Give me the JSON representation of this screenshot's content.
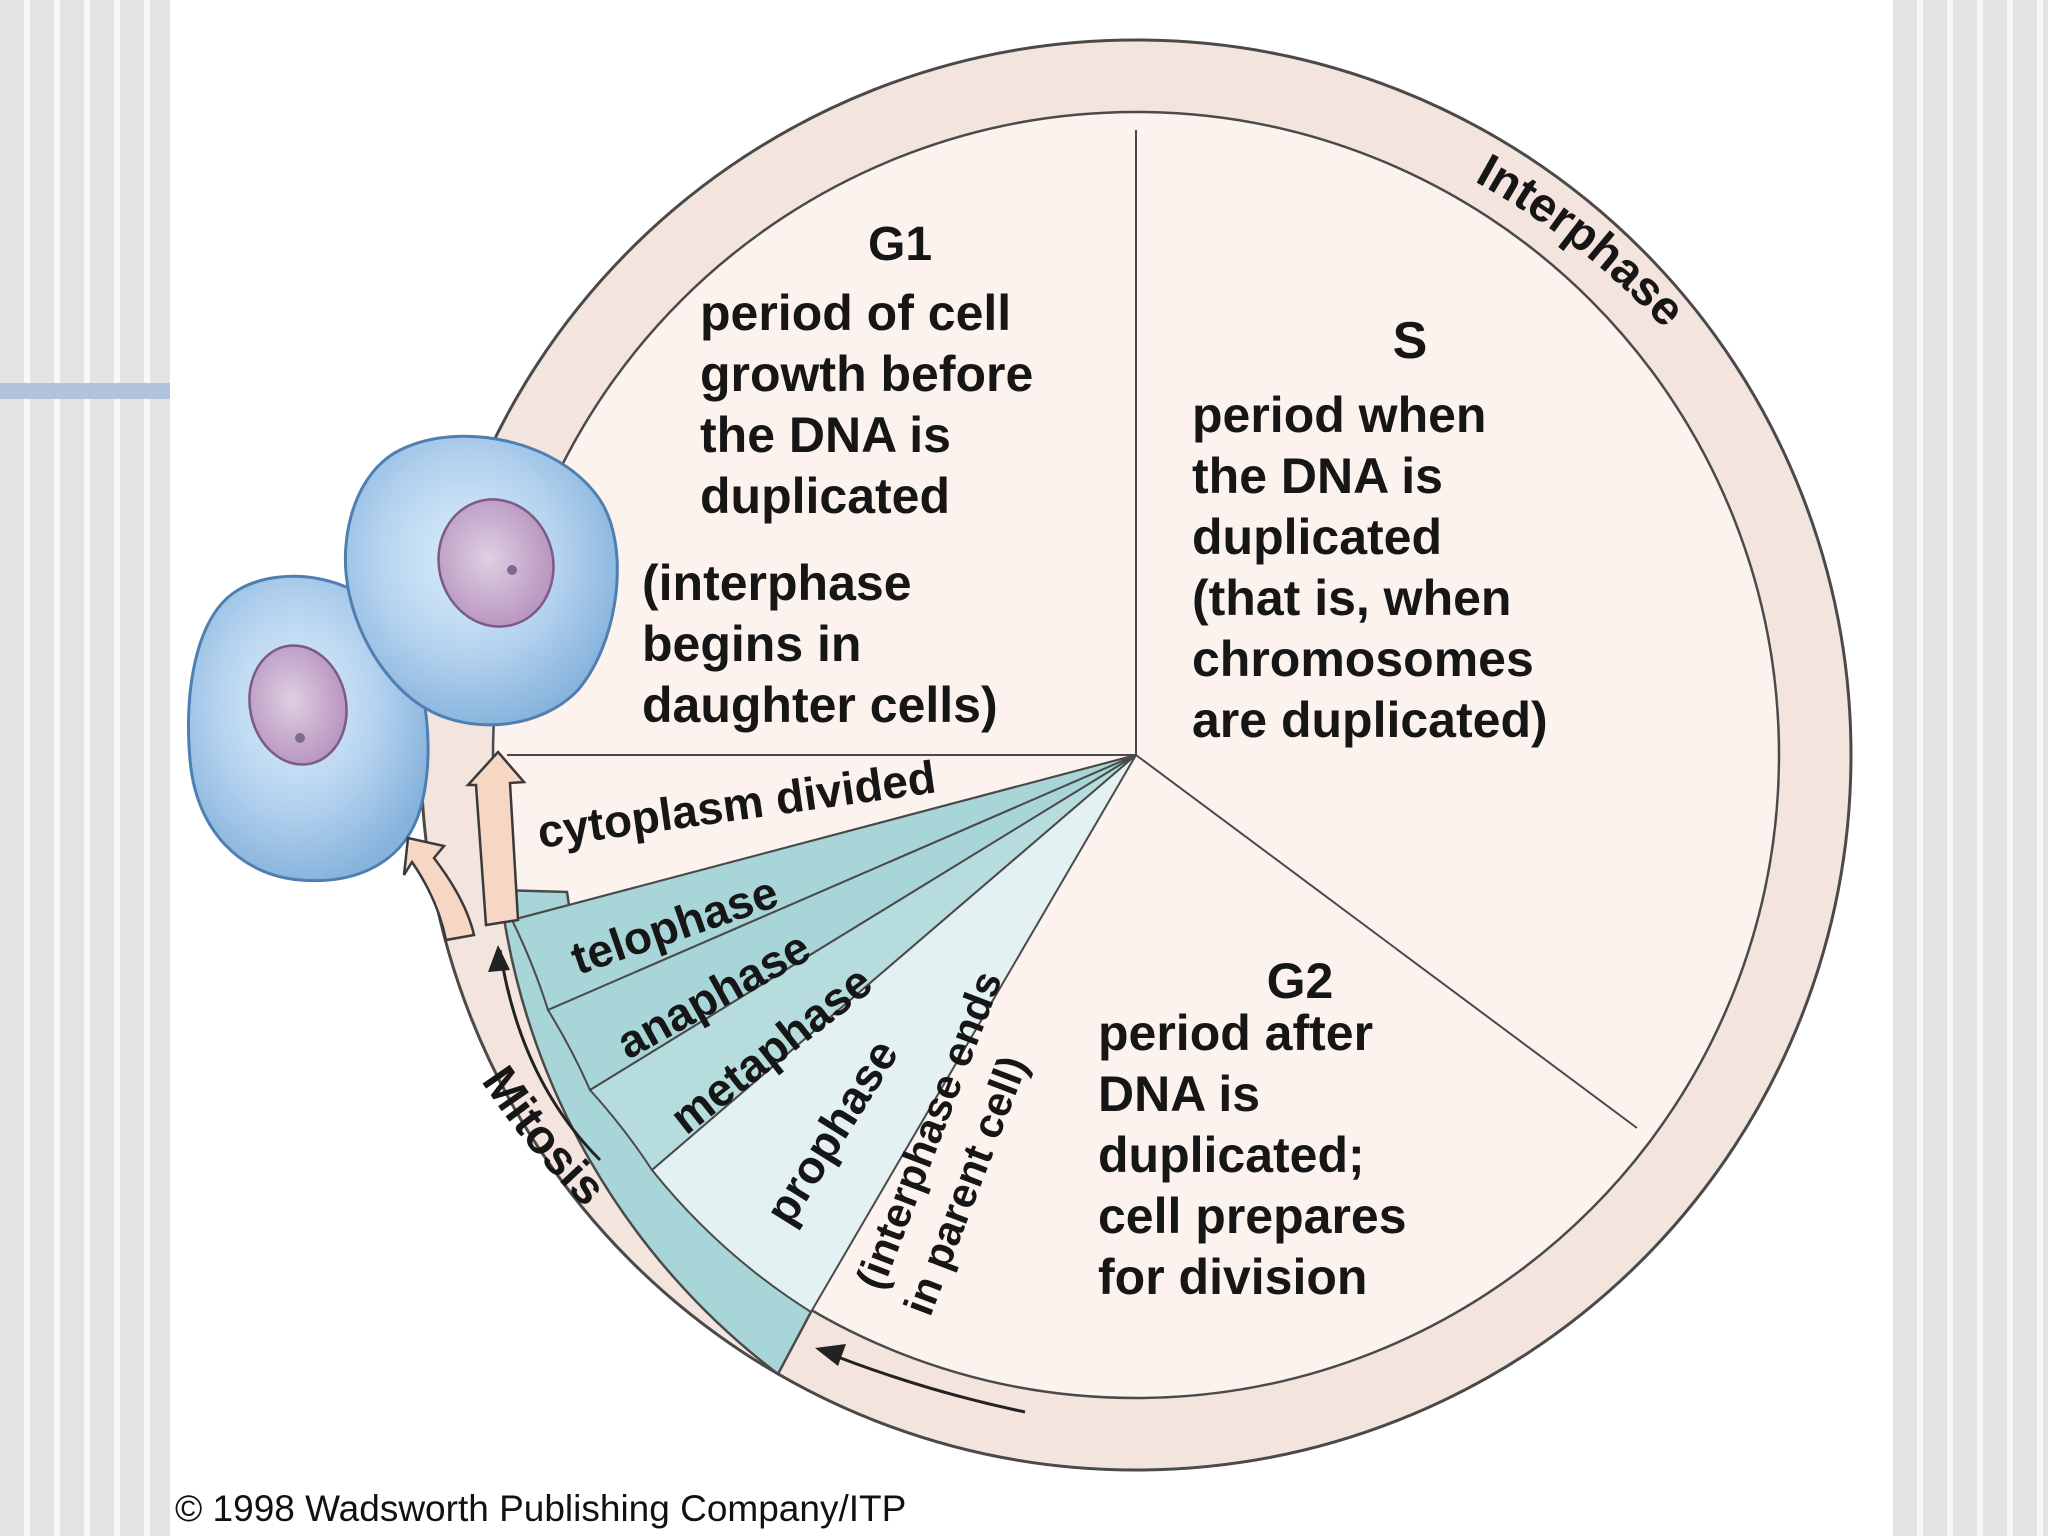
{
  "g1": {
    "title": "G1",
    "lines": [
      "period of cell",
      "growth before",
      "the DNA is",
      "duplicated"
    ],
    "note_lines": [
      "(interphase",
      "begins in",
      "daughter cells)"
    ]
  },
  "s": {
    "title": "S",
    "lines": [
      "period when",
      "the DNA is",
      "duplicated",
      "(that is, when",
      "chromosomes",
      "are duplicated)"
    ]
  },
  "g2": {
    "title": "G2",
    "lines": [
      "period after",
      "DNA is",
      "duplicated;",
      "cell prepares",
      "for division"
    ]
  },
  "ring_labels": {
    "interphase": "Interphase",
    "mitosis": "Mitosis"
  },
  "mitosis_phases": {
    "cytoplasm": "cytoplasm divided",
    "telophase": "telophase",
    "anaphase": "anaphase",
    "metaphase": "metaphase",
    "prophase": "prophase",
    "interphase_ends_1": "(interphase ends",
    "interphase_ends_2": "in parent cell)"
  },
  "copyright": "© 1998 Wadsworth Publishing Company/ITP",
  "colors": {
    "ring": "#f3e5dd",
    "interior": "#fdf3ee",
    "mitosis_teal": "#a8d6d8",
    "prophase_fill": "#e4f1f3",
    "cell_body": "#b2d2ee",
    "nucleus": "#c7a9cc",
    "arrow_fill": "#f5d7c4",
    "outline": "#3a3a3a"
  }
}
